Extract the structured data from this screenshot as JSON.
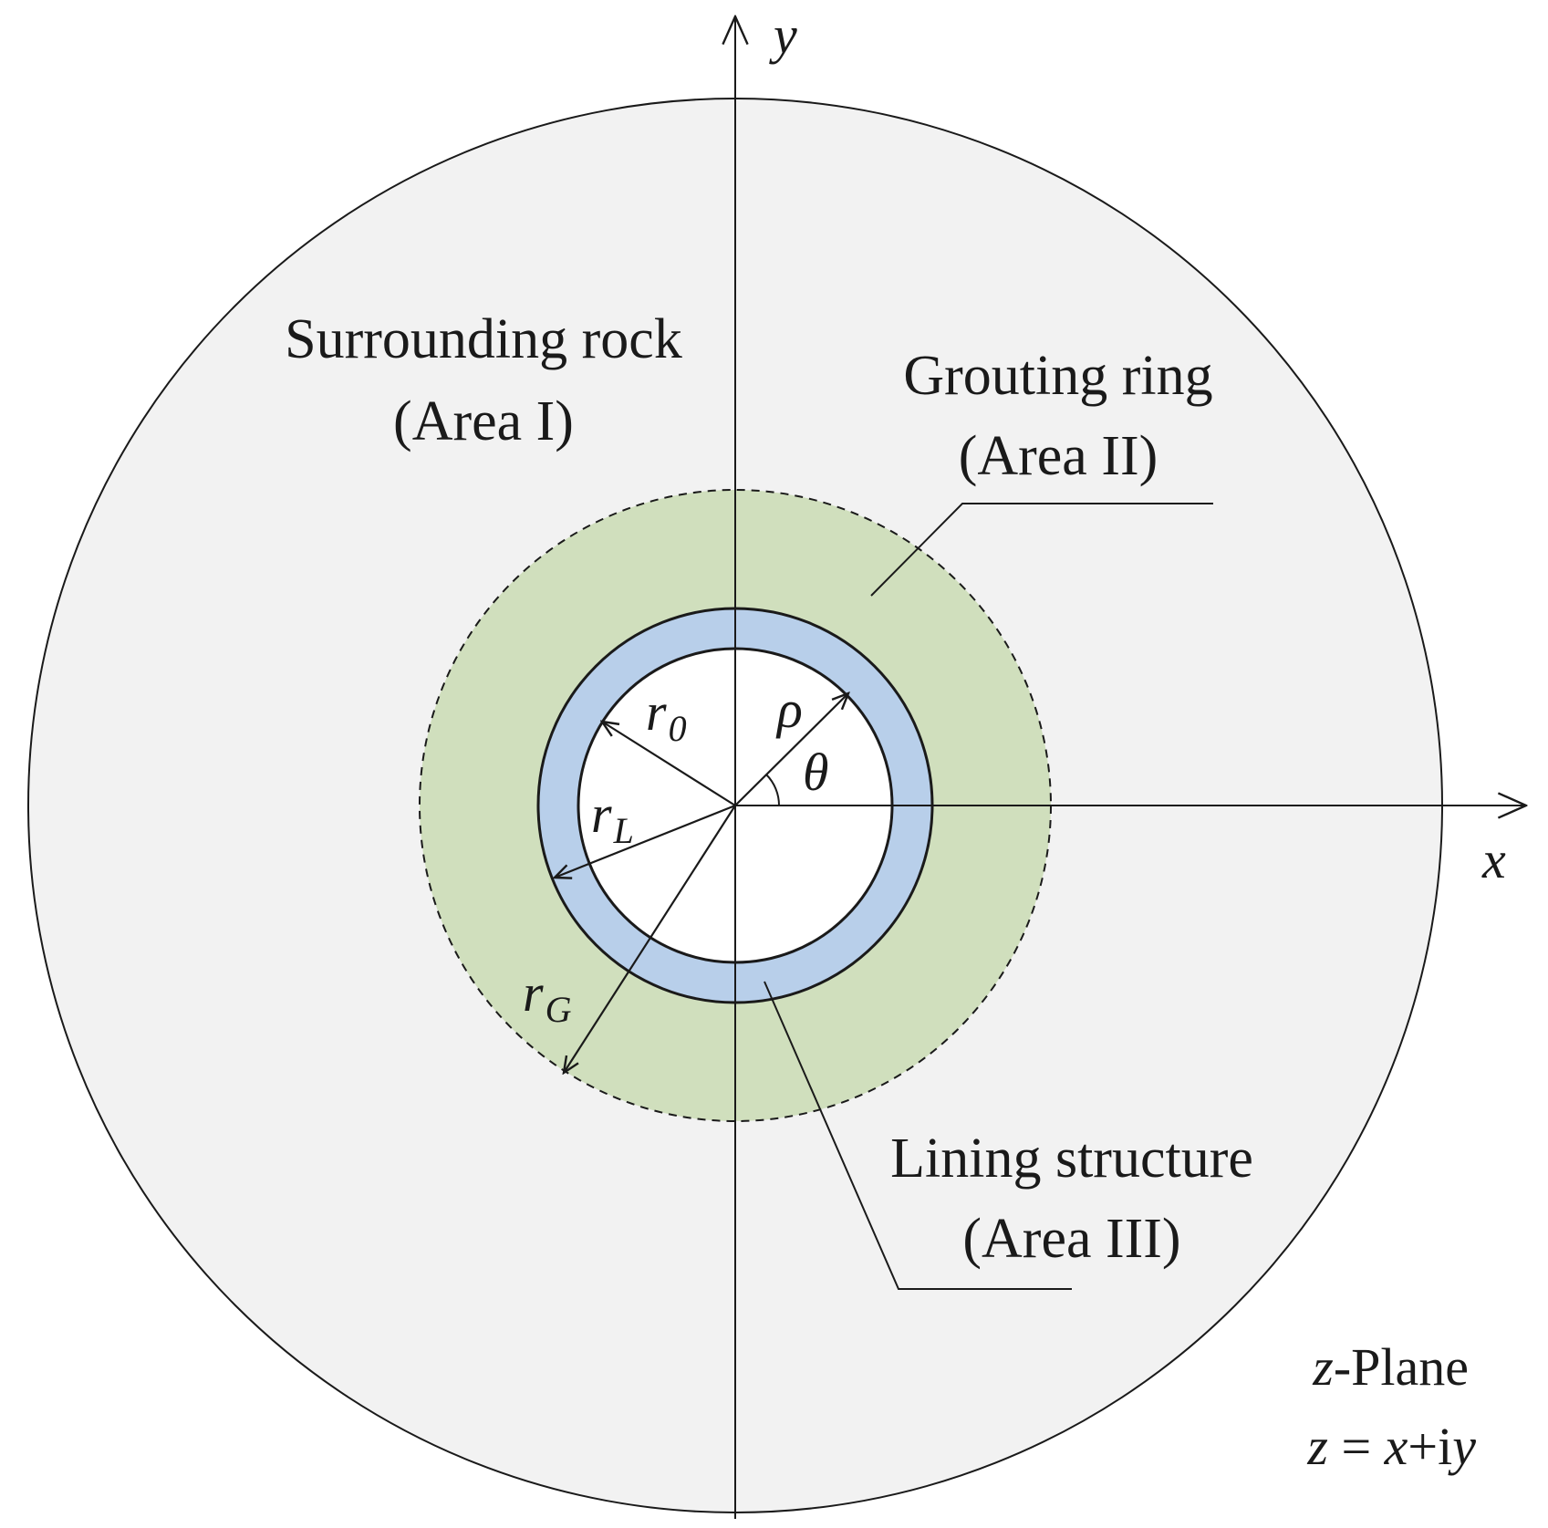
{
  "labels": {
    "surrounding_rock": {
      "line1": "Surrounding rock",
      "line2": "(Area I)"
    },
    "grouting_ring": {
      "line1": "Grouting ring",
      "line2": "(Area II)"
    },
    "lining_structure": {
      "line1": "Lining structure",
      "line2": "(Area III)"
    },
    "axis_x": "x",
    "axis_y": "y",
    "rho": "ρ",
    "theta": "θ",
    "r0": {
      "base": "r",
      "sub": "0"
    },
    "rL": {
      "base": "r",
      "sub": "L"
    },
    "rG": {
      "base": "r",
      "sub": "G"
    },
    "plane": {
      "title_var": "z",
      "title_rest": "-Plane",
      "eq_z": "z",
      "eq_eq": " = ",
      "eq_x": "x",
      "eq_plus": "+i",
      "eq_y": "y"
    }
  },
  "colors": {
    "surrounding_rock": "#f2f2f2",
    "grouting_ring": "#d0dfbd",
    "lining": "#b8cfea",
    "opening": "#ffffff",
    "line": "#1a1a1a"
  }
}
